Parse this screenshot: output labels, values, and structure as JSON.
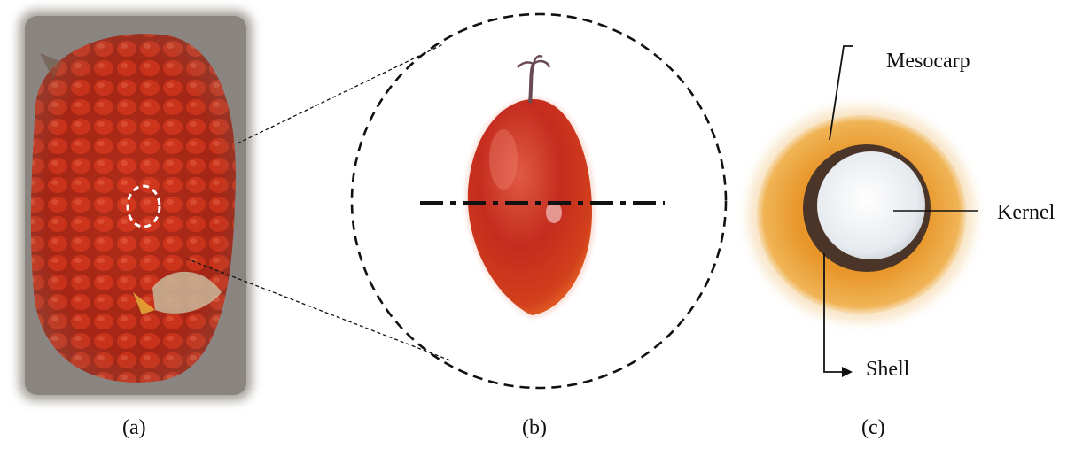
{
  "panels": {
    "a": {
      "label": "(a)"
    },
    "b": {
      "label": "(b)"
    },
    "c": {
      "label": "(c)"
    }
  },
  "annotations": {
    "mesocarp": "Mesocarp",
    "kernel": "Kernel",
    "shell": "Shell"
  },
  "colors": {
    "fruit_red": "#c8301c",
    "fruit_orange": "#e8541e",
    "mesocarp_orange": "#e89a2c",
    "shell_brown": "#4a3528",
    "kernel_white": "#eef0f2",
    "ground_gray": "#8a8580",
    "dashed_line": "#111111"
  }
}
